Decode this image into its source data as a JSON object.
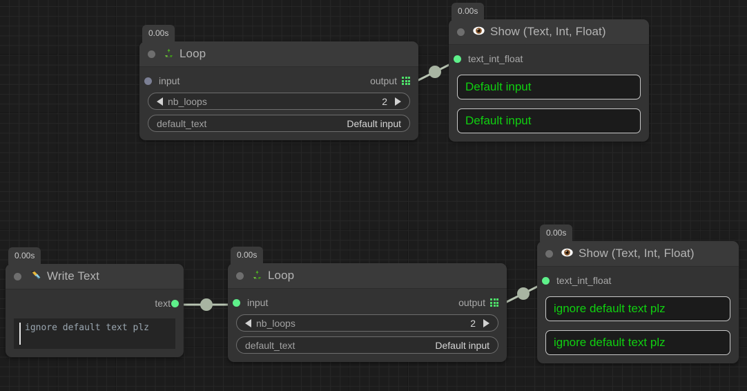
{
  "canvas": {
    "background_color": "#1c1c1c",
    "grid_color": "#272727",
    "grid_major_color": "#141414"
  },
  "colors": {
    "node_body": "#333333",
    "node_header": "#3a3a3a",
    "port_green": "#5ef08a",
    "port_gray": "#7b7f94",
    "display_text_green": "#10d010",
    "edge": "#b8c4b2"
  },
  "nodes": [
    {
      "id": "loop-top",
      "time_badge": "0.00s",
      "icon": "recycle-icon",
      "icon_glyph": "♻",
      "title": "Loop",
      "input_port": {
        "label": "input",
        "state": "gray"
      },
      "output_port": {
        "label": "output",
        "state": "grid"
      },
      "widgets": [
        {
          "name": "nb_loops",
          "value": "2",
          "type": "stepper"
        },
        {
          "name": "default_text",
          "value": "Default input",
          "type": "text"
        }
      ]
    },
    {
      "id": "show-top",
      "time_badge": "0.00s",
      "icon": "eye-icon",
      "icon_glyph": "👁",
      "title": "Show (Text, Int, Float)",
      "input_port": {
        "label": "text_int_float",
        "state": "green"
      },
      "displays": [
        "Default input",
        "Default input"
      ]
    },
    {
      "id": "write-text",
      "time_badge": "0.00s",
      "icon": "pen-nib-icon",
      "icon_glyph": "✒",
      "title": "Write Text",
      "output_port": {
        "label": "text",
        "state": "green"
      },
      "text_value": "ignore default text plz"
    },
    {
      "id": "loop-bottom",
      "time_badge": "0.00s",
      "icon": "recycle-icon",
      "icon_glyph": "♻",
      "title": "Loop",
      "input_port": {
        "label": "input",
        "state": "green"
      },
      "output_port": {
        "label": "output",
        "state": "grid"
      },
      "widgets": [
        {
          "name": "nb_loops",
          "value": "2",
          "type": "stepper"
        },
        {
          "name": "default_text",
          "value": "Default input",
          "type": "text"
        }
      ]
    },
    {
      "id": "show-bottom",
      "time_badge": "0.00s",
      "icon": "eye-icon",
      "icon_glyph": "👁",
      "title": "Show (Text, Int, Float)",
      "input_port": {
        "label": "text_int_float",
        "state": "green"
      },
      "displays": [
        "ignore default text plz",
        "ignore default text plz"
      ]
    }
  ],
  "edges": [
    {
      "from": "loop-top.output",
      "to": "show-top.text_int_float"
    },
    {
      "from": "write-text.text",
      "to": "loop-bottom.input"
    },
    {
      "from": "loop-bottom.output",
      "to": "show-bottom.text_int_float"
    }
  ]
}
